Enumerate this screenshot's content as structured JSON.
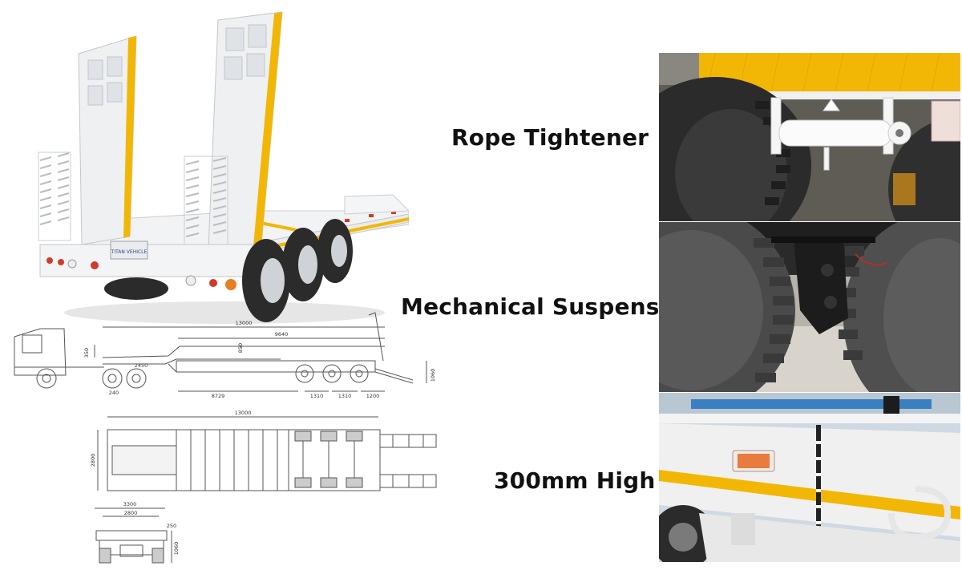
{
  "features": [
    {
      "label": "Rope Tightener"
    },
    {
      "label": "Mechanical Suspension"
    },
    {
      "label": "300mm High"
    }
  ],
  "trailer_badge": "TITAN VEHICLE",
  "side_view": {
    "overall_length": "13000",
    "deck_length": "9640",
    "front_offset": "8729",
    "axle_spacing_1": "1310",
    "axle_spacing_2": "1310",
    "rear_overhang": "1200",
    "deck_height": "1060",
    "gooseneck_step": "350",
    "front_small": "240",
    "front_small_2": "2450",
    "bed_height": "850"
  },
  "top_view": {
    "overall_length": "13000",
    "width": "2800"
  },
  "rear_view": {
    "overall_width": "3300",
    "inner_width": "2800",
    "deck_thickness": "250",
    "height": "1060"
  },
  "colors": {
    "reflective_yellow": "#f2b705",
    "trailer_white": "#eef0f2",
    "tire_dark": "#2b2b2b",
    "drawing_line": "#555555"
  }
}
